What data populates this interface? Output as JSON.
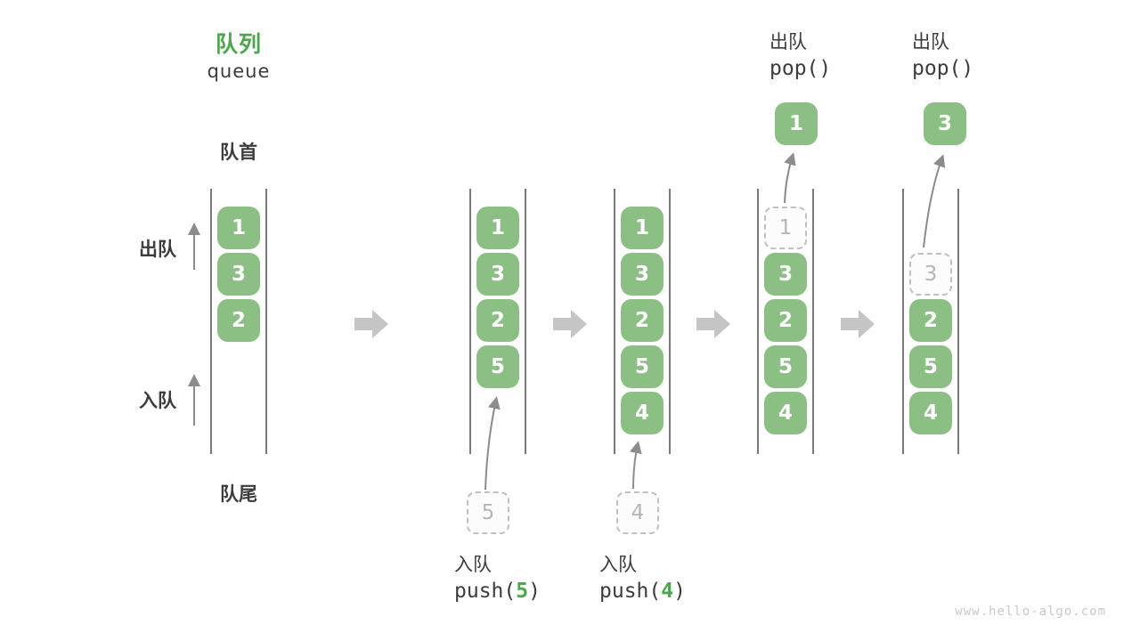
{
  "header": {
    "title_zh": "队列",
    "title_en": "queue"
  },
  "side_labels": {
    "front": "队首",
    "rear": "队尾",
    "dequeue": "出队",
    "enqueue": "入队"
  },
  "watermark": "www.hello-algo.com",
  "colors": {
    "green_fill": "#8cbf84",
    "green_strong": "#4ca64c",
    "text_dark": "#3c3c3c",
    "queue_line": "#4f4f4f",
    "thin_arrow": "#8c8c8c",
    "block_arrow": "#c5c5c5",
    "dashed_border": "#c0c0c0",
    "dashed_text": "#b5b5b5"
  },
  "queues": [
    {
      "name": "state-initial",
      "cells": [
        {
          "slot": 0,
          "value": "1",
          "variant": "solid"
        },
        {
          "slot": 1,
          "value": "3",
          "variant": "solid"
        },
        {
          "slot": 2,
          "value": "2",
          "variant": "solid"
        }
      ]
    },
    {
      "name": "state-after-push-5",
      "cells": [
        {
          "slot": 0,
          "value": "1",
          "variant": "solid"
        },
        {
          "slot": 1,
          "value": "3",
          "variant": "solid"
        },
        {
          "slot": 2,
          "value": "2",
          "variant": "solid"
        },
        {
          "slot": 3,
          "value": "5",
          "variant": "solid"
        }
      ],
      "pending": {
        "value": "5"
      },
      "op": {
        "kind": "push",
        "zh": "入队",
        "code_prefix": "push(",
        "code_arg": "5",
        "code_suffix": ")"
      }
    },
    {
      "name": "state-after-push-4",
      "cells": [
        {
          "slot": 0,
          "value": "1",
          "variant": "solid"
        },
        {
          "slot": 1,
          "value": "3",
          "variant": "solid"
        },
        {
          "slot": 2,
          "value": "2",
          "variant": "solid"
        },
        {
          "slot": 3,
          "value": "5",
          "variant": "solid"
        },
        {
          "slot": 4,
          "value": "4",
          "variant": "solid"
        }
      ],
      "pending": {
        "value": "4"
      },
      "op": {
        "kind": "push",
        "zh": "入队",
        "code_prefix": "push(",
        "code_arg": "4",
        "code_suffix": ")"
      }
    },
    {
      "name": "state-after-pop-1",
      "cells": [
        {
          "slot": 0,
          "value": "1",
          "variant": "dashed"
        },
        {
          "slot": 1,
          "value": "3",
          "variant": "solid"
        },
        {
          "slot": 2,
          "value": "2",
          "variant": "solid"
        },
        {
          "slot": 3,
          "value": "5",
          "variant": "solid"
        },
        {
          "slot": 4,
          "value": "4",
          "variant": "solid"
        }
      ],
      "popped": {
        "value": "1"
      },
      "op": {
        "kind": "pop",
        "zh": "出队",
        "code_prefix": "pop()",
        "code_arg": "",
        "code_suffix": ""
      }
    },
    {
      "name": "state-after-pop-3",
      "cells": [
        {
          "slot": 1,
          "value": "3",
          "variant": "dashed"
        },
        {
          "slot": 2,
          "value": "2",
          "variant": "solid"
        },
        {
          "slot": 3,
          "value": "5",
          "variant": "solid"
        },
        {
          "slot": 4,
          "value": "4",
          "variant": "solid"
        }
      ],
      "popped": {
        "value": "3"
      },
      "op": {
        "kind": "pop",
        "zh": "出队",
        "code_prefix": "pop()",
        "code_arg": "",
        "code_suffix": ""
      }
    }
  ]
}
